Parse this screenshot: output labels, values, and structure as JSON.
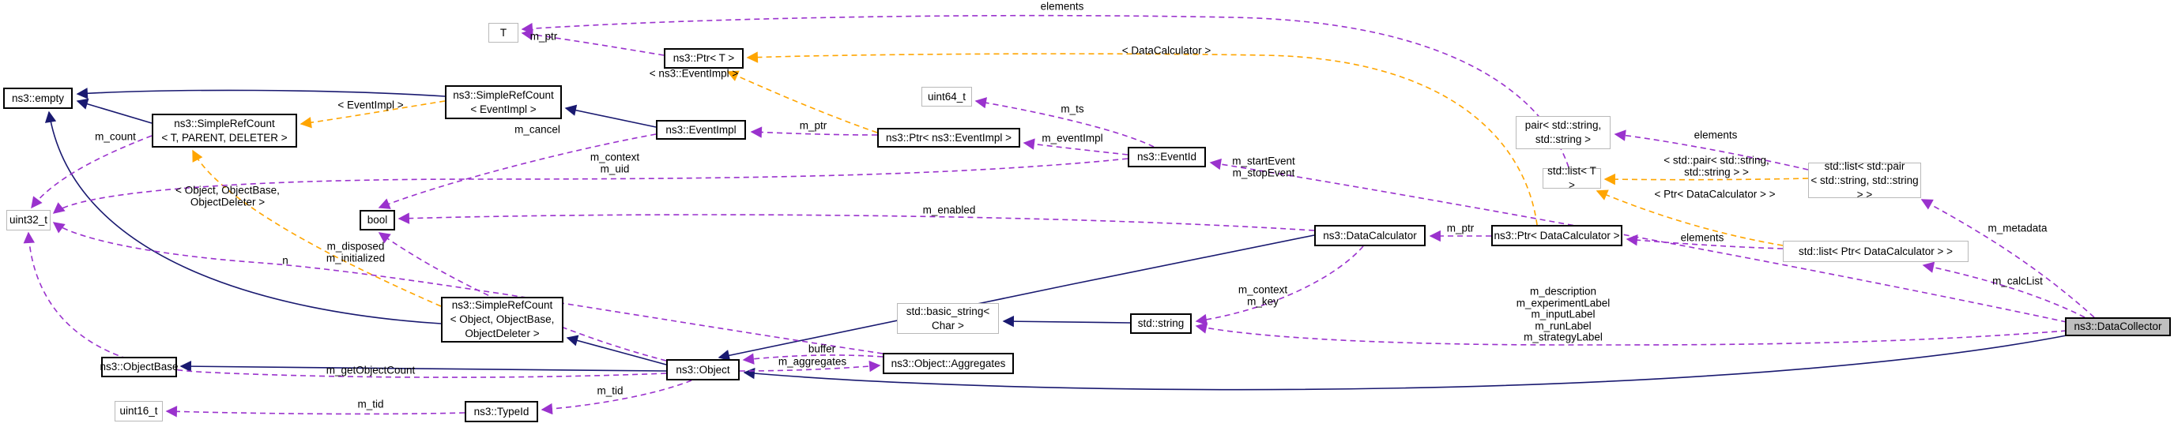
{
  "diagram": {
    "colors": {
      "background": "#ffffff",
      "inheritance_edge": "#191970",
      "usage_edge": "#9a32cd",
      "template_edge": "#ffa500",
      "node_border": "#000000",
      "external_node_border": "#b9b9b9",
      "main_node_fill": "#bfbfbf"
    },
    "nodes": [
      {
        "id": "t",
        "label": "T",
        "kind": "external"
      },
      {
        "id": "ptr_t",
        "label": "ns3::Ptr< T >",
        "kind": "class"
      },
      {
        "id": "src_ei",
        "label": "ns3::SimpleRefCount\n< EventImpl >",
        "kind": "class"
      },
      {
        "id": "empty",
        "label": "ns3::empty",
        "kind": "class"
      },
      {
        "id": "src_tpd",
        "label": "ns3::SimpleRefCount\n< T, PARENT, DELETER >",
        "kind": "class"
      },
      {
        "id": "uint64",
        "label": "uint64_t",
        "kind": "external"
      },
      {
        "id": "eventimpl",
        "label": "ns3::EventImpl",
        "kind": "class"
      },
      {
        "id": "ptr_ei",
        "label": "ns3::Ptr< ns3::EventImpl >",
        "kind": "class"
      },
      {
        "id": "eventid",
        "label": "ns3::EventId",
        "kind": "class"
      },
      {
        "id": "pair_ss",
        "label": "pair< std::string,\nstd::string >",
        "kind": "external"
      },
      {
        "id": "list_t",
        "label": "std::list< T >",
        "kind": "external"
      },
      {
        "id": "list_pair",
        "label": "std::list< std::pair\n< std::string, std::string > >",
        "kind": "external"
      },
      {
        "id": "list_ptr_dc",
        "label": "std::list< Ptr< DataCalculator > >",
        "kind": "external"
      },
      {
        "id": "dc",
        "label": "ns3::DataCalculator",
        "kind": "class"
      },
      {
        "id": "ptr_dc",
        "label": "ns3::Ptr< DataCalculator >",
        "kind": "class"
      },
      {
        "id": "basic_string",
        "label": "std::basic_string<\nChar >",
        "kind": "external"
      },
      {
        "id": "std_string",
        "label": "std::string",
        "kind": "class"
      },
      {
        "id": "src_ood",
        "label": "ns3::SimpleRefCount\n< Object, ObjectBase,\nObjectDeleter >",
        "kind": "class"
      },
      {
        "id": "objectbase",
        "label": "ns3::ObjectBase",
        "kind": "class"
      },
      {
        "id": "object",
        "label": "ns3::Object",
        "kind": "class"
      },
      {
        "id": "aggregates",
        "label": "ns3::Object::Aggregates",
        "kind": "class"
      },
      {
        "id": "typeid_n",
        "label": "ns3::TypeId",
        "kind": "class"
      },
      {
        "id": "uint16",
        "label": "uint16_t",
        "kind": "external"
      },
      {
        "id": "uint32",
        "label": "uint32_t",
        "kind": "external"
      },
      {
        "id": "bool_n",
        "label": "bool",
        "kind": "class"
      },
      {
        "id": "collector",
        "label": "ns3::DataCollector",
        "kind": "main"
      }
    ],
    "edge_labels": [
      {
        "id": "lbl_mptr_t",
        "text": "m_ptr"
      },
      {
        "id": "lbl_elements_t",
        "text": "elements"
      },
      {
        "id": "lbl_tpl_dc",
        "text": "< DataCalculator >"
      },
      {
        "id": "lbl_tpl_ei",
        "text": "< ns3::EventImpl >"
      },
      {
        "id": "lbl_tpl_e",
        "text": "< EventImpl >"
      },
      {
        "id": "lbl_mcount",
        "text": "m_count"
      },
      {
        "id": "lbl_mcancel",
        "text": "m_cancel"
      },
      {
        "id": "lbl_mctx_uid",
        "text": "m_context\nm_uid"
      },
      {
        "id": "lbl_mptr_ei",
        "text": "m_ptr"
      },
      {
        "id": "lbl_mts",
        "text": "m_ts"
      },
      {
        "id": "lbl_meventimpl",
        "text": "m_eventImpl"
      },
      {
        "id": "lbl_startstop",
        "text": "m_startEvent\nm_stopEvent"
      },
      {
        "id": "lbl_menabled",
        "text": "m_enabled"
      },
      {
        "id": "lbl_tpl_ood",
        "text": "< Object, ObjectBase,\nObjectDeleter >"
      },
      {
        "id": "lbl_disp_init",
        "text": "m_disposed\nm_initialized"
      },
      {
        "id": "lbl_n",
        "text": "n"
      },
      {
        "id": "lbl_getobjcount",
        "text": "m_getObjectCount"
      },
      {
        "id": "lbl_mtid_l",
        "text": "m_tid"
      },
      {
        "id": "lbl_mtid_r",
        "text": "m_tid"
      },
      {
        "id": "lbl_buffer",
        "text": "buffer"
      },
      {
        "id": "lbl_maggregates",
        "text": "m_aggregates"
      },
      {
        "id": "lbl_ctx_key",
        "text": "m_context\nm_key"
      },
      {
        "id": "lbl_desc",
        "text": "m_description\nm_experimentLabel\nm_inputLabel\nm_runLabel\nm_strategyLabel"
      },
      {
        "id": "lbl_mptr_dc",
        "text": "m_ptr"
      },
      {
        "id": "lbl_elements_pair",
        "text": "elements"
      },
      {
        "id": "lbl_tpl_pair",
        "text": "< std::pair< std::string,\nstd::string > >"
      },
      {
        "id": "lbl_tpl_ptrdc",
        "text": "< Ptr< DataCalculator > >"
      },
      {
        "id": "lbl_elements_ptrdc",
        "text": "elements"
      },
      {
        "id": "lbl_metadata",
        "text": "m_metadata"
      },
      {
        "id": "lbl_calclist",
        "text": "m_calcList"
      }
    ],
    "edges": [
      {
        "id": "e1",
        "from": "src_ei",
        "to": "empty",
        "relation": "inheritance"
      },
      {
        "id": "e2",
        "from": "src_tpd",
        "to": "empty",
        "relation": "inheritance"
      },
      {
        "id": "e3",
        "from": "eventimpl",
        "to": "src_ei",
        "relation": "inheritance"
      },
      {
        "id": "e4",
        "from": "dc",
        "to": "object",
        "relation": "inheritance"
      },
      {
        "id": "e5",
        "from": "collector",
        "to": "object",
        "relation": "inheritance"
      },
      {
        "id": "e6",
        "from": "std_string",
        "to": "basic_string",
        "relation": "inheritance"
      },
      {
        "id": "e7",
        "from": "object",
        "to": "src_ood",
        "relation": "inheritance"
      },
      {
        "id": "e8",
        "from": "object",
        "to": "objectbase",
        "relation": "inheritance"
      },
      {
        "id": "e9",
        "from": "src_ood",
        "to": "empty",
        "relation": "inheritance"
      },
      {
        "id": "o1",
        "from": "src_ei",
        "to": "src_tpd",
        "relation": "template",
        "label": "lbl_tpl_e"
      },
      {
        "id": "o2",
        "from": "src_ood",
        "to": "src_tpd",
        "relation": "template",
        "label": "lbl_tpl_ood"
      },
      {
        "id": "o3",
        "from": "ptr_ei",
        "to": "ptr_t",
        "relation": "template",
        "label": "lbl_tpl_ei"
      },
      {
        "id": "o4",
        "from": "ptr_dc",
        "to": "ptr_t",
        "relation": "template",
        "label": "lbl_tpl_dc"
      },
      {
        "id": "o5",
        "from": "list_pair",
        "to": "list_t",
        "relation": "template",
        "label": "lbl_tpl_pair"
      },
      {
        "id": "o6",
        "from": "list_ptr_dc",
        "to": "list_t",
        "relation": "template",
        "label": "lbl_tpl_ptrdc"
      },
      {
        "id": "p1",
        "from": "ptr_t",
        "to": "t",
        "relation": "usage",
        "label": "lbl_mptr_t"
      },
      {
        "id": "p2",
        "from": "list_t",
        "to": "t",
        "relation": "usage",
        "label": "lbl_elements_t"
      },
      {
        "id": "p3",
        "from": "ptr_ei",
        "to": "eventimpl",
        "relation": "usage",
        "label": "lbl_mptr_ei"
      },
      {
        "id": "p4",
        "from": "eventimpl",
        "to": "bool_n",
        "relation": "usage",
        "label": "lbl_mcancel"
      },
      {
        "id": "p5",
        "from": "eventid",
        "to": "uint64",
        "relation": "usage",
        "label": "lbl_mts"
      },
      {
        "id": "p6",
        "from": "eventid",
        "to": "ptr_ei",
        "relation": "usage",
        "label": "lbl_meventimpl"
      },
      {
        "id": "p7",
        "from": "eventid",
        "to": "uint32",
        "relation": "usage",
        "label": "lbl_mctx_uid"
      },
      {
        "id": "p8",
        "from": "collector",
        "to": "eventid",
        "relation": "usage",
        "label": "lbl_startstop"
      },
      {
        "id": "p9",
        "from": "dc",
        "to": "bool_n",
        "relation": "usage",
        "label": "lbl_menabled"
      },
      {
        "id": "p10",
        "from": "dc",
        "to": "std_string",
        "relation": "usage",
        "label": "lbl_ctx_key"
      },
      {
        "id": "p11",
        "from": "collector",
        "to": "std_string",
        "relation": "usage",
        "label": "lbl_desc"
      },
      {
        "id": "p12",
        "from": "ptr_dc",
        "to": "dc",
        "relation": "usage",
        "label": "lbl_mptr_dc"
      },
      {
        "id": "p13",
        "from": "collector",
        "to": "list_pair",
        "relation": "usage",
        "label": "lbl_metadata"
      },
      {
        "id": "p14",
        "from": "collector",
        "to": "list_ptr_dc",
        "relation": "usage",
        "label": "lbl_calclist"
      },
      {
        "id": "p15",
        "from": "list_pair",
        "to": "pair_ss",
        "relation": "usage",
        "label": "lbl_elements_pair"
      },
      {
        "id": "p16",
        "from": "list_ptr_dc",
        "to": "ptr_dc",
        "relation": "usage",
        "label": "lbl_elements_ptrdc"
      },
      {
        "id": "p17",
        "from": "src_tpd",
        "to": "uint32",
        "relation": "usage",
        "label": "lbl_mcount"
      },
      {
        "id": "p18",
        "from": "object",
        "to": "bool_n",
        "relation": "usage",
        "label": "lbl_disp_init"
      },
      {
        "id": "p19",
        "from": "object",
        "to": "uint32",
        "relation": "usage",
        "label": "lbl_getobjcount"
      },
      {
        "id": "p20",
        "from": "object",
        "to": "typeid_n",
        "relation": "usage",
        "label": "lbl_mtid_r"
      },
      {
        "id": "p21",
        "from": "typeid_n",
        "to": "uint16",
        "relation": "usage",
        "label": "lbl_mtid_l"
      },
      {
        "id": "p22",
        "from": "aggregates",
        "to": "object",
        "relation": "usage",
        "label": "lbl_buffer"
      },
      {
        "id": "p23",
        "from": "object",
        "to": "aggregates",
        "relation": "usage",
        "label": "lbl_maggregates"
      },
      {
        "id": "p24",
        "from": "aggregates",
        "to": "uint32",
        "relation": "usage",
        "label": "lbl_n"
      }
    ]
  }
}
